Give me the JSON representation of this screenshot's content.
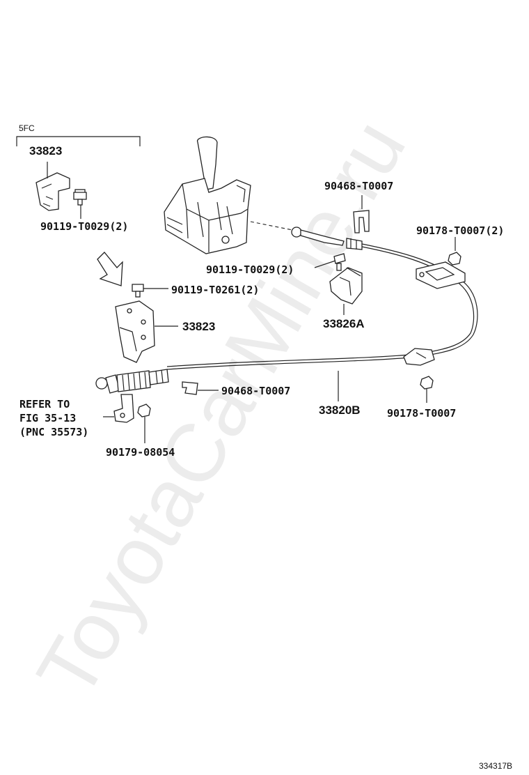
{
  "watermark": "ToyotaCarMine.ru",
  "group_code": "5FC",
  "labels": {
    "bracket_top": "33823",
    "bolt_top": "90119-T0029(2)",
    "bolt_mid": "90119-T0261(2)",
    "bracket_mid": "33823",
    "clip_top": "90468-T0007",
    "nut_right_top": "90178-T0007(2)",
    "bolt_center": "90119-T0029(2)",
    "retainer": "33826A",
    "clip_bottom": "90468-T0007",
    "cable": "33820B",
    "nut_right_bottom": "90178-T0007",
    "nut_bottom": "90179-08054"
  },
  "refer": {
    "line1": "REFER TO",
    "line2": "FIG 35-13",
    "line3": "(PNC 35573)"
  },
  "figure_id": "334317B"
}
